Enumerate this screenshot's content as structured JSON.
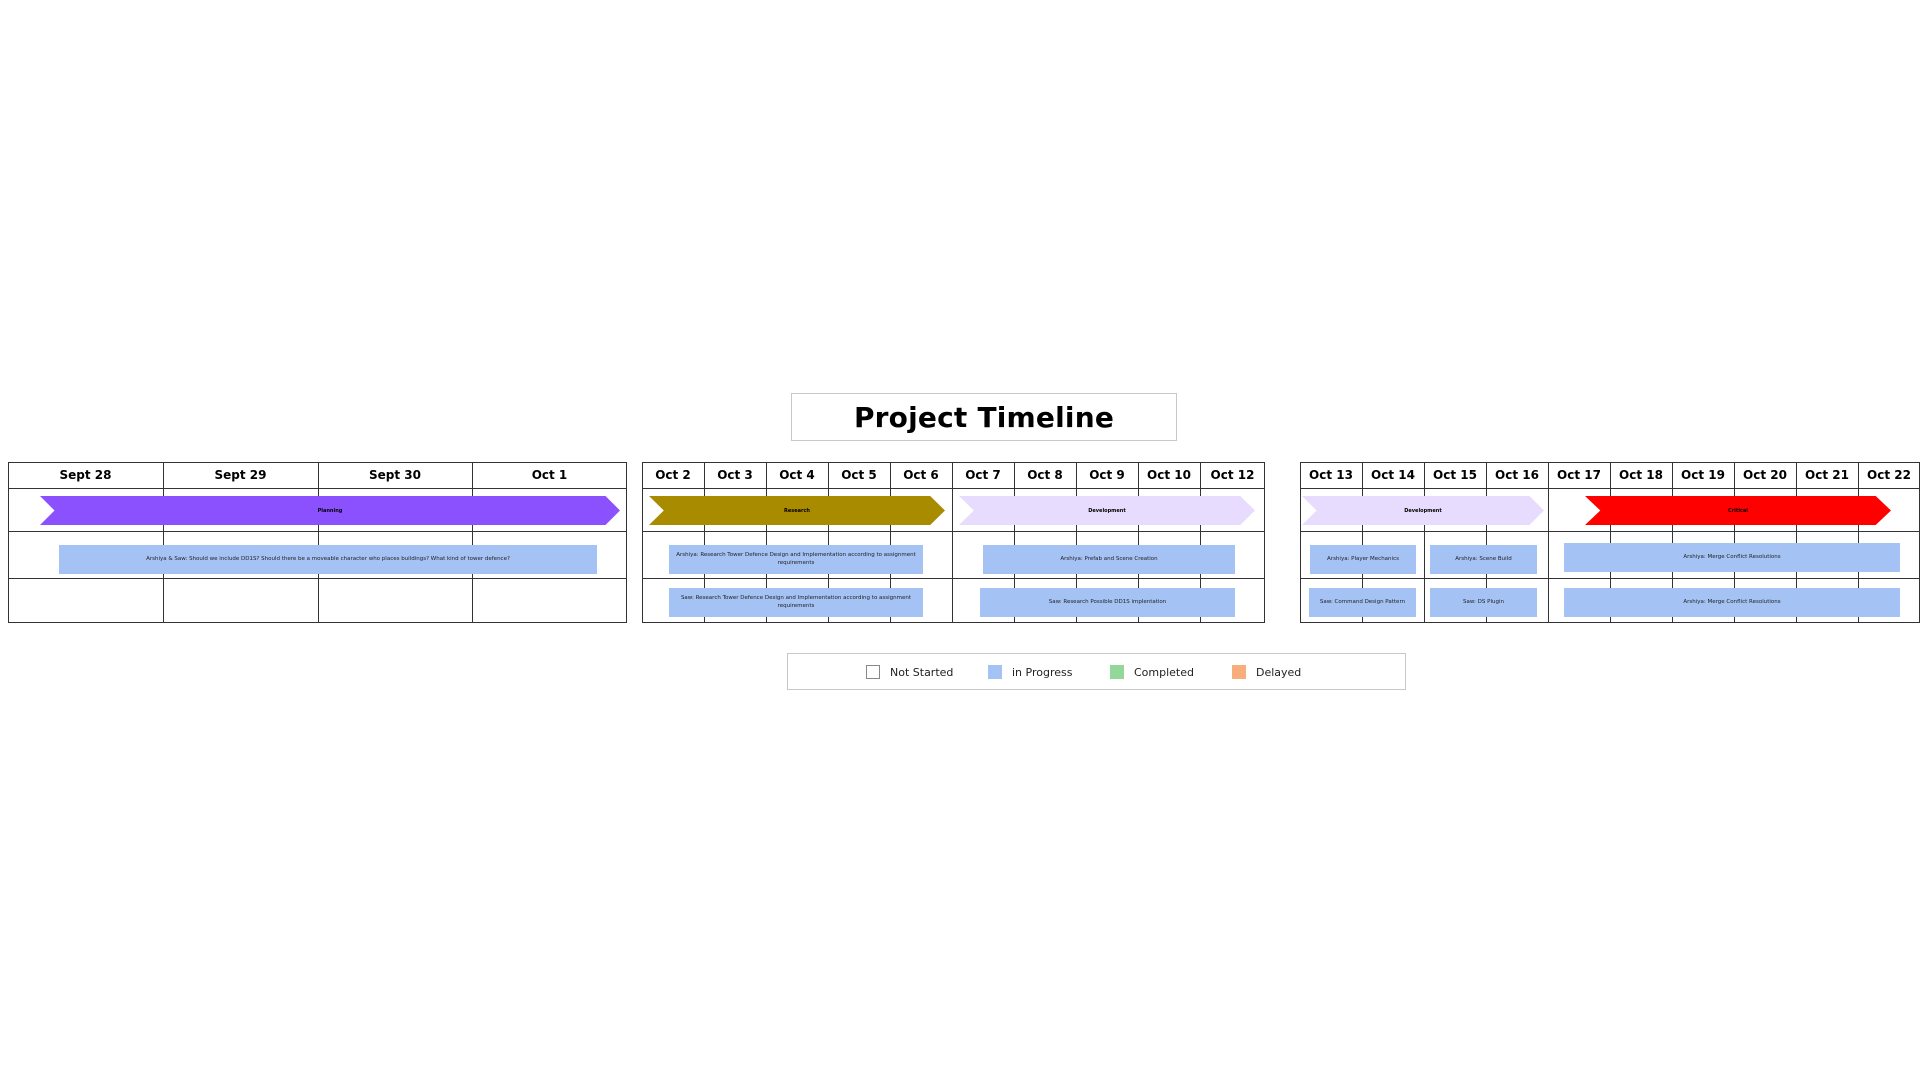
{
  "title": "Project Timeline",
  "colors": {
    "planning": "#8b51ff",
    "research": "#a98b00",
    "development": "#e7dcfd",
    "critical": "#ff0000",
    "in_progress": "#a4c2f4",
    "not_started": "#ffffff",
    "completed": "#93d89a",
    "delayed": "#f7ad7c"
  },
  "panel1": {
    "days": [
      "Sept 28",
      "Sept 29",
      "Sept 30",
      "Oct 1"
    ],
    "phase": "Planning",
    "tasks": [
      "Arshiya & Saw: Should we include DD1S? Should there be a moveable character who places buildings? What kind of tower defence?"
    ]
  },
  "panel2": {
    "days": [
      "Oct 2",
      "Oct 3",
      "Oct 4",
      "Oct 5",
      "Oct 6",
      "Oct 7",
      "Oct 8",
      "Oct 9",
      "Oct 10",
      "Oct 12"
    ],
    "phases": [
      "Research",
      "Development"
    ],
    "tasks": [
      "Arshiya: Research Tower Defence Design and Implementation according to assignment requirements",
      "Arshiya: Prefab and Scene Creation",
      "Saw: Research Tower Defence Design and Implementation according to assignment requirements",
      "Saw: Research Possible DD1S implentation"
    ]
  },
  "panel3": {
    "days": [
      "Oct 13",
      "Oct 14",
      "Oct 15",
      "Oct 16",
      "Oct 17",
      "Oct 18",
      "Oct 19",
      "Oct 20",
      "Oct 21",
      "Oct 22"
    ],
    "phases": [
      "Development",
      "Critical"
    ],
    "tasks": [
      "Arshiya: Player Mechanics",
      "Arshiya: Scene Build",
      "Arshiya: Merge Conflict Resolutions",
      "Saw: Command Design Pattern",
      "Saw: DS Plugin",
      "Arshiya: Merge Conflict Resolutions"
    ]
  },
  "legend": [
    {
      "label": "Not Started",
      "color": "#ffffff"
    },
    {
      "label": "in Progress",
      "color": "#a4c2f4"
    },
    {
      "label": "Completed",
      "color": "#93d89a"
    },
    {
      "label": "Delayed",
      "color": "#f7ad7c"
    }
  ]
}
